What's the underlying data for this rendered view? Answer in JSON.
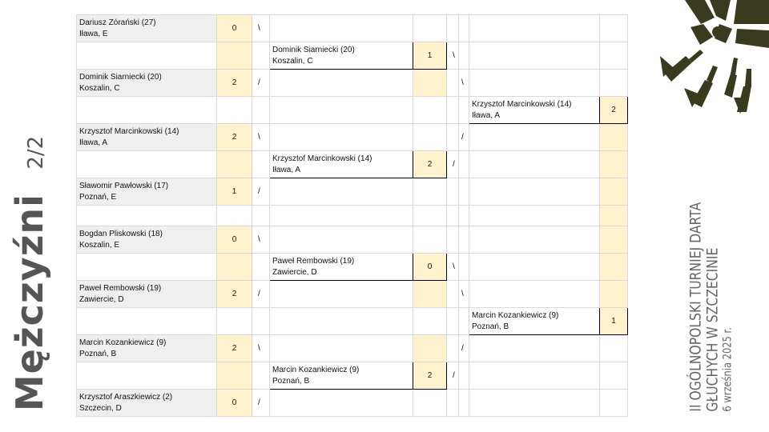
{
  "title": {
    "gender": "Mężczyźni",
    "page": "2/2"
  },
  "event": {
    "line1": "II OGÓLNOPOLSKI TURNIEJ DARTA",
    "line2": "GŁUCHYCH W SZCZECINIE",
    "date": "6 września 2025 r."
  },
  "round1": [
    {
      "name": "Dariusz Zórański (27)",
      "club": "Iława, E",
      "score": "0",
      "line": "\\"
    },
    {
      "name": "Dominik Siarniecki (20)",
      "club": "Koszalin, C",
      "score": "2",
      "line": "/"
    },
    {
      "name": "Krzysztof Marcinkowski (14)",
      "club": "Iława, A",
      "score": "2",
      "line": "\\"
    },
    {
      "name": "Sławomir Pawłowski (17)",
      "club": "Poznań, E",
      "score": "1",
      "line": "/"
    },
    {
      "name": "Bogdan Pliskowski (18)",
      "club": "Koszalin, E",
      "score": "0",
      "line": "\\"
    },
    {
      "name": "Paweł Rembowski (19)",
      "club": "Zawiercie, D",
      "score": "2",
      "line": "/"
    },
    {
      "name": "Marcin Kozankiewicz (9)",
      "club": "Poznań, B",
      "score": "2",
      "line": "\\"
    },
    {
      "name": "Krzysztof Araszkiewicz (2)",
      "club": "Szczecin, D",
      "score": "0",
      "line": "/"
    }
  ],
  "round2": [
    {
      "name": "Dominik Siarniecki (20)",
      "club": "Koszalin, C",
      "score": "1",
      "line": "\\"
    },
    {
      "name": "Krzysztof Marcinkowski (14)",
      "club": "Iława, A",
      "score": "2",
      "line": "/"
    },
    {
      "name": "Paweł Rembowski (19)",
      "club": "Zawiercie, D",
      "score": "0",
      "line": "\\"
    },
    {
      "name": "Marcin Kozankiewicz (9)",
      "club": "Poznań, B",
      "score": "2",
      "line": "/"
    }
  ],
  "round3": [
    {
      "name": "Krzysztof Marcinkowski (14)",
      "club": "Iława, A",
      "score": "2"
    },
    {
      "name": "Marcin Kozankiewicz (9)",
      "club": "Poznań, B",
      "score": "1"
    }
  ],
  "round3_connectors": [
    "\\",
    "/",
    "\\",
    "/"
  ],
  "colors": {
    "player_cell": "#efefef",
    "score_cell": "#fff2cc",
    "grid": "#d9d9d9",
    "title_text": "#555555",
    "event_text": "#666666",
    "logo": "#3a3a1e"
  },
  "icons": {
    "logo": "dartboard-with-darts-icon"
  }
}
